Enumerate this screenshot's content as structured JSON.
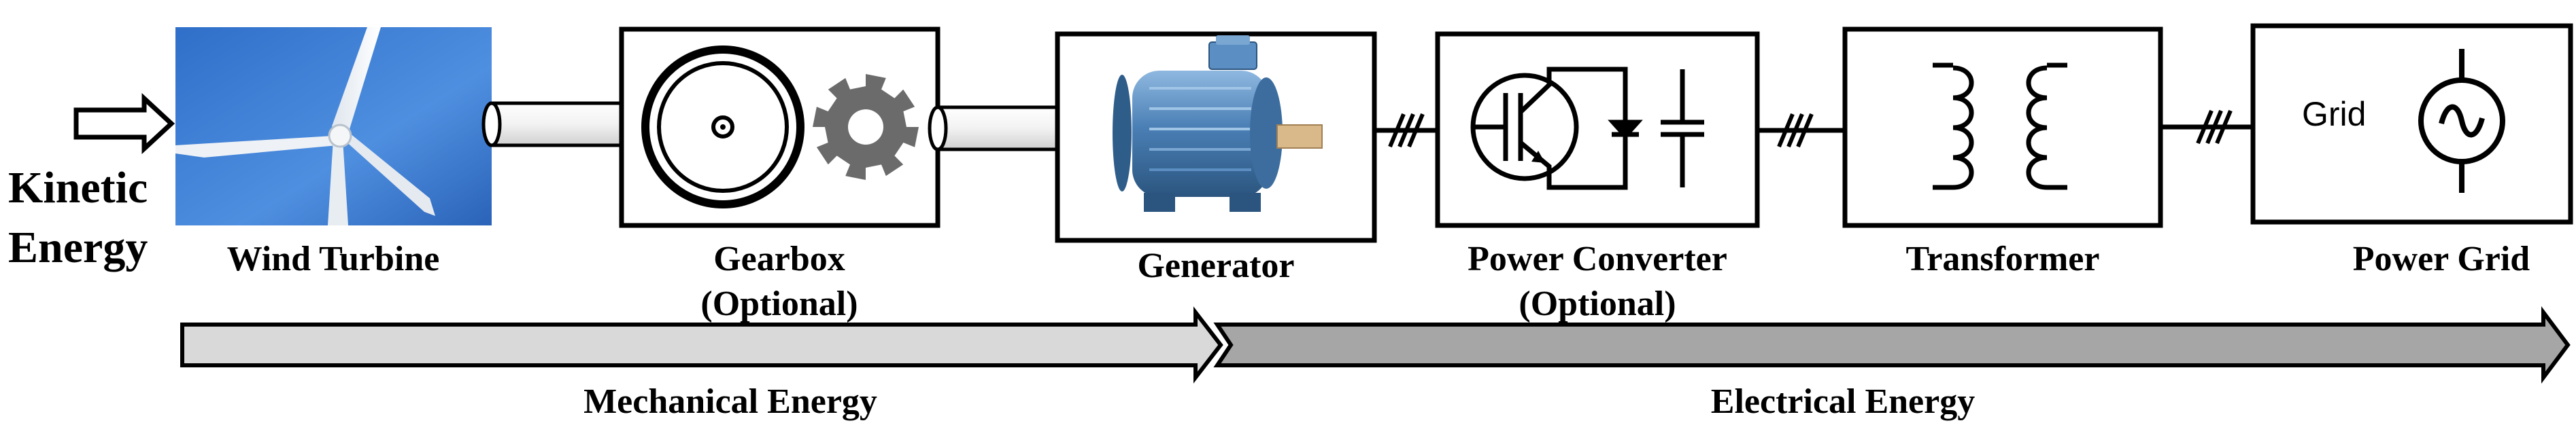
{
  "input": {
    "line1": "Kinetic",
    "line2": "Energy"
  },
  "blocks": {
    "wind_turbine": {
      "label": "Wind Turbine"
    },
    "gearbox": {
      "label": "Gearbox",
      "sublabel": "(Optional)"
    },
    "generator": {
      "label": "Generator"
    },
    "power_converter": {
      "label": "Power Converter",
      "sublabel": "(Optional)"
    },
    "transformer": {
      "label": "Transformer"
    },
    "power_grid": {
      "label": "Power Grid",
      "inner_text": "Grid"
    }
  },
  "energy_bands": {
    "mechanical": {
      "label": "Mechanical Energy",
      "color": "#d9d9d9"
    },
    "electrical": {
      "label": "Electrical Energy",
      "color": "#a6a6a6"
    }
  },
  "colors": {
    "sky": "#3f7fd2",
    "motor_blue": "#4a7fb5",
    "gear_gray": "#6b6b6b",
    "shaft_copper": "#d9b88a"
  }
}
